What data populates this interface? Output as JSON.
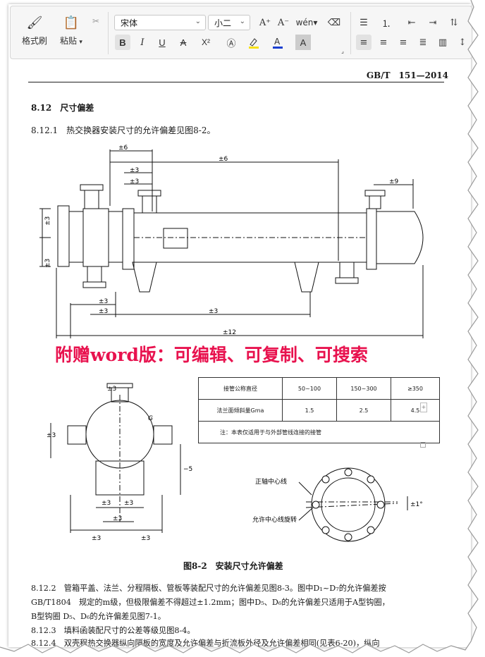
{
  "toolbar": {
    "format_painter": "格式刷",
    "paste": "粘贴",
    "font_name": "宋体",
    "font_size": "小二",
    "bold": "B",
    "italic": "I",
    "underline": "U",
    "strike": "A",
    "superscript": "X²",
    "highlight_color": "#f7e017",
    "font_color": "#1a3fd1"
  },
  "doc": {
    "header": "GB/T　151—2014",
    "section_title": "8.12　尺寸偏差",
    "clause_8_12_1": "8.12.1　热交换器安装尺寸的允许偏差见图8-2。",
    "watermark": "附赠word版：可编辑、可复制、可搜索",
    "figure_caption": "图8-2　安装尺寸允许偏差",
    "clause_8_12_2_a": "8.12.2　管箱平盖、法兰、分程隔板、管板等装配尺寸的允许偏差见图8-3。图中D₁~D₇的允许偏差按",
    "clause_8_12_2_b": "GB/T1804　规定的m级，但极限偏差不得超过±1.2mm；图中D₅、D₆的允许偏差只适用于A型钩圈，",
    "clause_8_12_2_c": "B型钩圈 D₅、D₆的允许偏差见图7-1。",
    "clause_8_12_3": "8.12.3　填料函装配尺寸的公差等级见图8-4。",
    "clause_8_12_4": "8.12.4　双壳程热交换器纵向隔板的宽度及允许偏差与折流板外径及允许偏差相同(见表6-20)，纵向"
  },
  "table": {
    "r1": [
      "接管公称直径",
      "50~100",
      "150~300",
      "≥350"
    ],
    "r2": [
      "法兰面倾斜量Gma",
      "1.5",
      "2.5",
      "4.5"
    ],
    "note": "注：本表仅适用于与外部管线连接的接管"
  },
  "labels": {
    "pm6": "±6",
    "pm3": "±3",
    "pm9": "±9",
    "pm12": "±12",
    "minus5": "−5",
    "G": "G",
    "ring_center": "正轴中心线",
    "ring_rot": "允许中心线旋转",
    "ring_deg": "±1°"
  }
}
